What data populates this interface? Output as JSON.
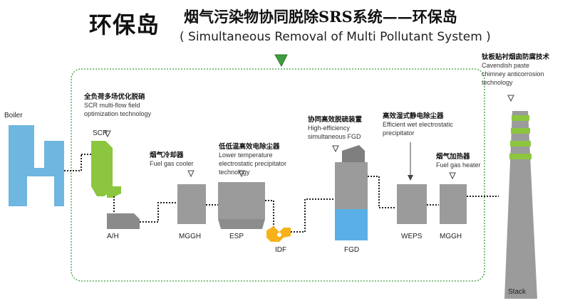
{
  "title": {
    "main": "环保岛",
    "zh": "烟气污染物协同脱除SRS系统——环保岛",
    "en": "( Simultaneous Removal of Multi Pollutant System )"
  },
  "colors": {
    "boiler_blue": "#6fb6e0",
    "scr_green": "#8cc63f",
    "equipment_gray": "#9b9b9b",
    "idf_orange": "#f7b21b",
    "fgd_blue": "#5ab0e6",
    "stack_green": "#8cc63f",
    "boundary_green": "#3f9b3f"
  },
  "labels": {
    "boiler": "Boiler",
    "scr": "SCR",
    "ah": "A/H",
    "mggh1": "MGGH",
    "esp": "ESP",
    "idf": "IDF",
    "fgd": "FGD",
    "weps": "WEPS",
    "mggh2": "MGGH",
    "stack": "Stack"
  },
  "annotations": {
    "scr": {
      "zh": "全负荷多场优化脱硝",
      "en": [
        "SCR multi-flow field",
        "optimization technology"
      ]
    },
    "cooler": {
      "zh": "烟气冷却器",
      "en": [
        "Fuel gas cooler"
      ]
    },
    "esp": {
      "zh": "低低温高效电除尘器",
      "en": [
        "Lower temperature",
        "electrostatic precipitator",
        "technology"
      ]
    },
    "fgd": {
      "zh": "协同高效脱硫装置",
      "en": [
        "High-efficiency",
        "simultaneous FGD"
      ]
    },
    "weps": {
      "zh": "高效湿式静电除尘器",
      "en": [
        "Efficient wet electrostatic",
        "precipitator"
      ]
    },
    "heater": {
      "zh": "烟气加热器",
      "en": [
        "Fuel gas heater"
      ]
    },
    "stack": {
      "zh": "钛板贴衬烟囱防腐技术",
      "en": [
        "Cavendish paste",
        "chimney anticorrosion",
        "technology"
      ]
    }
  }
}
